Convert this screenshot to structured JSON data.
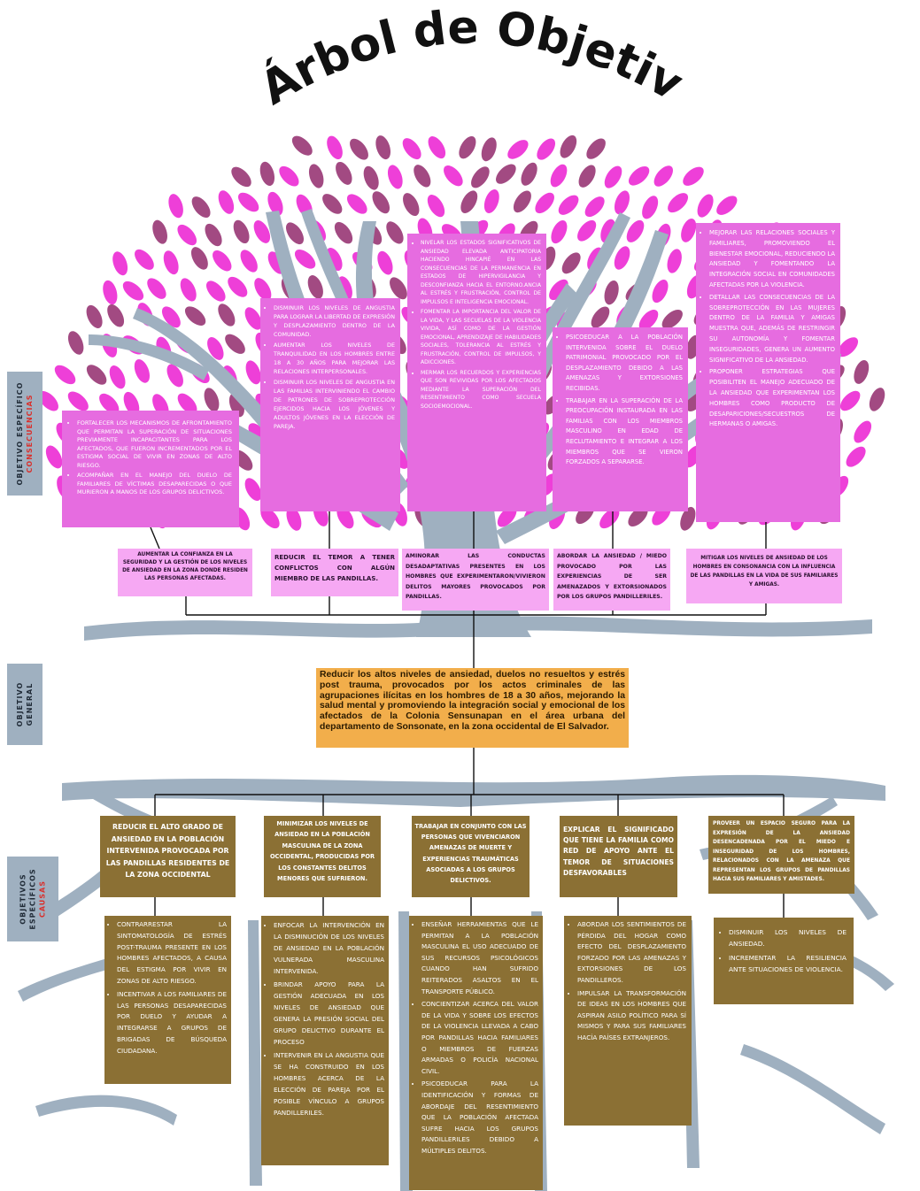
{
  "title": "Árbol de Objetivos",
  "colors": {
    "leaf_pink": "#ee3fd8",
    "leaf_purple": "#a24a82",
    "tree_gray": "#9fb0c0",
    "pink_box": "#e66ce0",
    "light_pink_box": "#f6a8f3",
    "brown_box": "#8b7034",
    "gold_box": "#f2ae4b"
  },
  "side_labels": {
    "consecuencias": {
      "line1": "OBJETIVO ESPECÍFICO",
      "line2": "CONSECUENCIAS"
    },
    "general": {
      "line1": "OBJETIVO",
      "line2": "GENERAL"
    },
    "causas": {
      "line1": "OBJETIVOS",
      "line2": "ESPECÍFICOS",
      "line3": "CAUSAS"
    }
  },
  "consequence_details": [
    {
      "items": [
        "Fortalecer los mecanismos de afrontamiento que permitan la superación de situaciones previamente incapacitantes para los afectados, que fueron incrementados por el estigma social de vivir en zonas de alto riesgo.",
        "Acompañar en el manejo del duelo de familiares de víctimas desaparecidas o que murieron a manos de los grupos delictivos."
      ]
    },
    {
      "items": [
        "Disminuir los niveles de angustia para lograr la libertad de expresión y desplazamiento dentro de la comunidad.",
        "Aumentar los niveles de tranquilidad en los hombres entre 18 a 30 años para mejorar las relaciones interpersonales.",
        "Disminuir los niveles de angustia en las familias interviniendo el cambio de patrones de sobreprotección ejercidos hacia los jóvenes y adultos jóvenes en la elección de pareja."
      ]
    },
    {
      "items": [
        "Nivelar los estados significativos de ansiedad elevada anticipatoria haciendo hincapié en las consecuencias de la permanencia en estados de hipervigilancia y desconfianza hacia el entorno.ancia al estrés y frustración, control de impulsos e inteligencia emocional.",
        "Fomentar la importancia del valor de la vida, y las secuelas de la violencia vivida, así como de la gestión emocional, aprendizaje de habilidades sociales, tolerancia al estrés y frustración, control de impulsos, y adicciones.",
        "Mermar los recuerdos y experiencias que son revividas por los afectados mediante la superación del resentimiento como secuela socioemocional."
      ]
    },
    {
      "items": [
        "Psicoeducar a la población intervenida sobre el duelo patrimonial provocado por el desplazamiento debido a las amenazas y extorsiones recibidas.",
        "Trabajar en la superación de la preocupación instaurada en las familias con los miembros masculino en edad de reclutamiento e integrar a los miembros que se vieron forzados a separarse."
      ]
    },
    {
      "items": [
        "Mejorar las relaciones sociales y familiares, promoviendo el bienestar emocional, reduciendo la ansiedad y fomentando la integración social en comunidades afectadas por la violencia.",
        "Detallar las consecuencias de la sobreprotección en las mujeres dentro de la familia y amigas muestra que, además de restringir su autonomía y fomentar inseguridades, genera un aumento significativo de la ansiedad.",
        "Proponer estrategias que posibiliten el manejo adecuado de la ansiedad que experimentan los hombres como producto de desapariciones/secuestros de hermanas o amigas."
      ]
    }
  ],
  "consequence_objectives": [
    "Aumentar la confianza en la seguridad y la gestión de los niveles de ansiedad en la zona donde residen las personas afectadas.",
    "Reducir el temor a tener conflictos con algún miembro de las pandillas.",
    "Aminorar las conductas desadaptativas presentes en los hombres que experimentaron/vivieron delitos mayores provocados por pandillas.",
    "Abordar la ansiedad / miedo provocado por las experiencias de ser amenazados y extorsionados por los grupos pandilleriles.",
    "Mitigar los niveles de ansiedad de los hombres en consonancia con la influencia de las pandillas en la vida de sus familiares y amigas."
  ],
  "general_objective": "Reducir los altos niveles de ansiedad, duelos no resueltos y estrés post trauma, provocados por los actos criminales de las agrupaciones ilícitas en los hombres de 18 a 30 años, mejorando la salud mental y promoviendo la integración social y emocional de los afectados de la Colonia Sensunapan en el área urbana del departamento de Sonsonate, en la zona occidental de El Salvador.",
  "cause_objectives": [
    "Reducir el alto grado de ansiedad en la población intervenida provocada por las pandillas residentes de la zona occidental",
    "Minimizar los niveles de ansiedad en la población masculina de la zona occidental, producidas por los constantes delitos menores que sufrieron.",
    "Trabajar en conjunto con las personas que vivenciaron amenazas de muerte y experiencias traumáticas asociadas a los grupos delictivos.",
    "Explicar el significado que tiene la familia como red de apoyo ante el temor de situaciones desfavorables",
    "Proveer un espacio seguro para la expresión de la ansiedad desencadenada por el miedo e inseguridad de los hombres, relacionados con la amenaza que representan los grupos de pandillas hacia sus familiares y amistades."
  ],
  "cause_details": [
    {
      "items": [
        "Contrarrestar la sintomatología de estrés post-trauma presente en los hombres afectados, a causa del estigma por vivir en zonas de alto riesgo.",
        "Incentivar a los familiares de las personas desaparecidas por duelo y ayudar a integrarse a grupos de brigadas de búsqueda ciudadana."
      ]
    },
    {
      "items": [
        "Enfocar la intervención en la disminución de los niveles de ansiedad en la población vulnerada masculina intervenida.",
        "Brindar apoyo para la gestión adecuada en los niveles de ansiedad que genera la presión social del grupo delictivo durante el proceso",
        "Intervenir en la angustia que se ha construido en los hombres acerca de la elección de pareja por el posible vínculo a grupos pandilleriles."
      ]
    },
    {
      "items": [
        "Enseñar herramientas que le permitan a la población masculina el uso adecuado de sus recursos psicológicos cuando han sufrido reiterados asaltos en el transporte público.",
        "Concientizar acerca del valor de la vida y sobre los efectos de la violencia llevada a cabo por pandillas hacia familiares o miembros de fuerzas armadas o policía nacional civil.",
        "Psicoeducar para la identificación y formas de abordaje del resentimiento que la población afectada sufre hacia los grupos pandilleriles debido a múltiples delitos."
      ]
    },
    {
      "items": [
        "Abordar los sentimientos de pérdida del hogar como efecto del desplazamiento forzado por las amenazas y extorsiones de los pandilleros.",
        "Impulsar la transformación de ideas en los hombres que aspiran asilo político para sí mismos y para sus familiares hacía países extranjeros."
      ]
    },
    {
      "items": [
        "Disminuir los niveles de ansiedad.",
        "Incrementar la resiliencia ante situaciones de violencia."
      ]
    }
  ]
}
